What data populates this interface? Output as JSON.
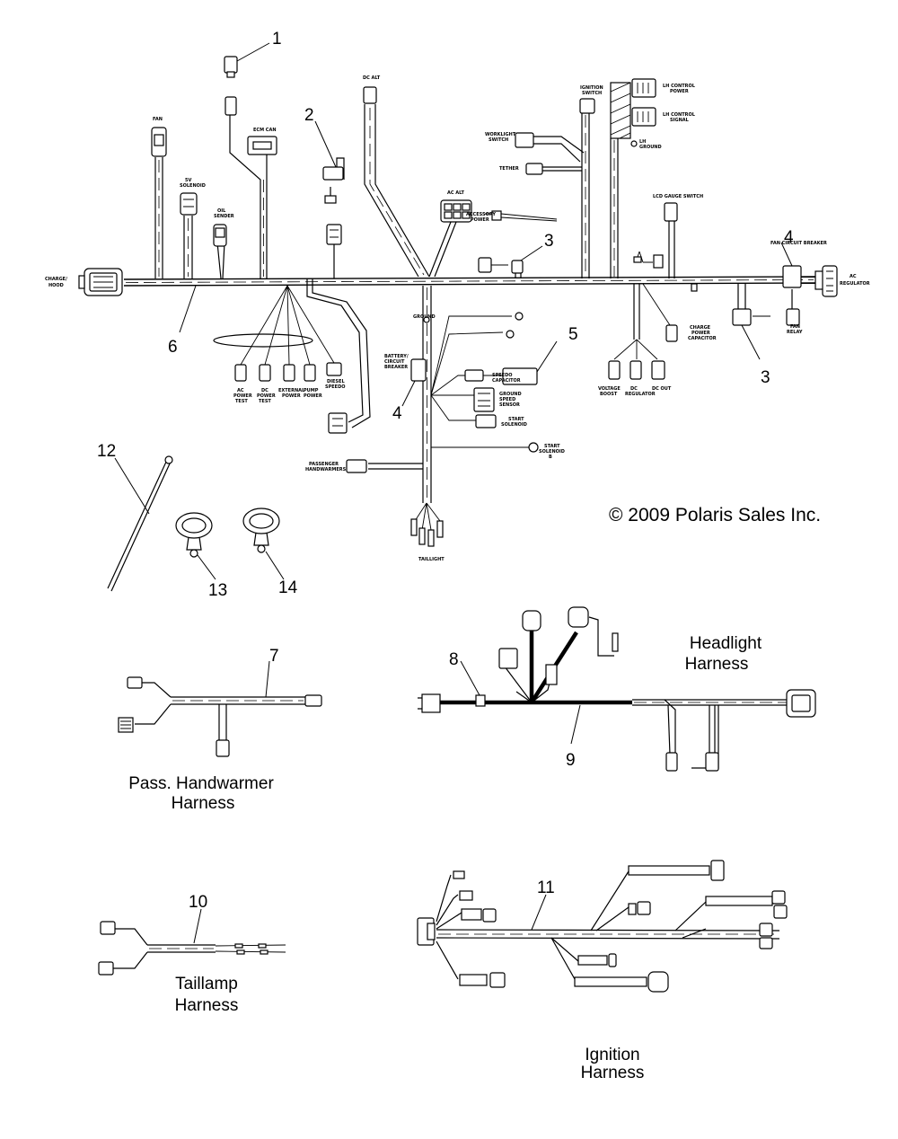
{
  "copyright": "© 2009 Polaris Sales Inc.",
  "callouts": [
    "1",
    "2",
    "3",
    "3",
    "3",
    "4",
    "4",
    "5",
    "6",
    "7",
    "8",
    "9",
    "10",
    "11",
    "12",
    "13",
    "14"
  ],
  "harness_captions": {
    "headlight": [
      "Headlight",
      "Harness"
    ],
    "handwarmer": [
      "Pass. Handwarmer",
      "Harness"
    ],
    "taillamp": [
      "Taillamp",
      "Harness"
    ],
    "ignition": [
      "Ignition",
      "Harness"
    ]
  },
  "connector_labels": {
    "charge_hood": [
      "CHARGE/",
      "HOOD"
    ],
    "ac_regulator": [
      "AC",
      "REGULATOR"
    ],
    "fan": "FAN",
    "solenoid": [
      "5V",
      "SOLENOID"
    ],
    "oil_sender": [
      "OIL",
      "SENDER"
    ],
    "ecm": "ECM CAN",
    "dc_alt": "DC ALT",
    "ac_alt": "AC ALT",
    "ignition_switch": [
      "IGNITION",
      "SWITCH"
    ],
    "worklight_switch": [
      "WORKLIGHT",
      "SWITCH"
    ],
    "tether": "TETHER",
    "accessory_power": [
      "ACCESSORY",
      "POWER"
    ],
    "lh_control_power": [
      "LH CONTROL",
      "POWER"
    ],
    "lh_control_signal": [
      "LH CONTROL",
      "SIGNAL"
    ],
    "lh_ground": [
      "LH",
      "GROUND"
    ],
    "lcd_gauge_switch": "LCD GAUGE SWITCH",
    "fan_circuit_breaker": "FAN CIRCUIT BREAKER",
    "fan_relay": [
      "FAN",
      "RELAY"
    ],
    "battery_circuit_breaker": [
      "BATTERY/",
      "CIRCUIT",
      "BREAKER"
    ],
    "speed_capacitor": [
      "SPEEDO",
      "CAPACITOR"
    ],
    "ground_speed_sensor": [
      "GROUND",
      "SPEED",
      "SENSOR"
    ],
    "start_solenoid": [
      "START",
      "SOLENOID"
    ],
    "start_solenoid_b": [
      "START",
      "SOLENOID",
      "B"
    ],
    "passenger_handwarmers": [
      "PASSENGER",
      "HANDWARMERS"
    ],
    "taillight": "TAILLIGHT",
    "ac_power_test": [
      "AC",
      "POWER",
      "TEST"
    ],
    "dc_power_test": [
      "DC",
      "POWER",
      "TEST"
    ],
    "external_power": [
      "EXTERNAL",
      "POWER"
    ],
    "pump_power": [
      "PUMP",
      "POWER"
    ],
    "diesel_speedo": [
      "DIESEL",
      "SPEEDO"
    ],
    "voltage_boost": [
      "VOLTAGE",
      "BOOST"
    ],
    "dc_regulator": [
      "DC",
      "REGULATOR"
    ],
    "dc_out": [
      "DC OUT"
    ],
    "charge_power_capacitor": [
      "CHARGE",
      "POWER",
      "CAPACITOR"
    ],
    "ground": "GROUND"
  }
}
